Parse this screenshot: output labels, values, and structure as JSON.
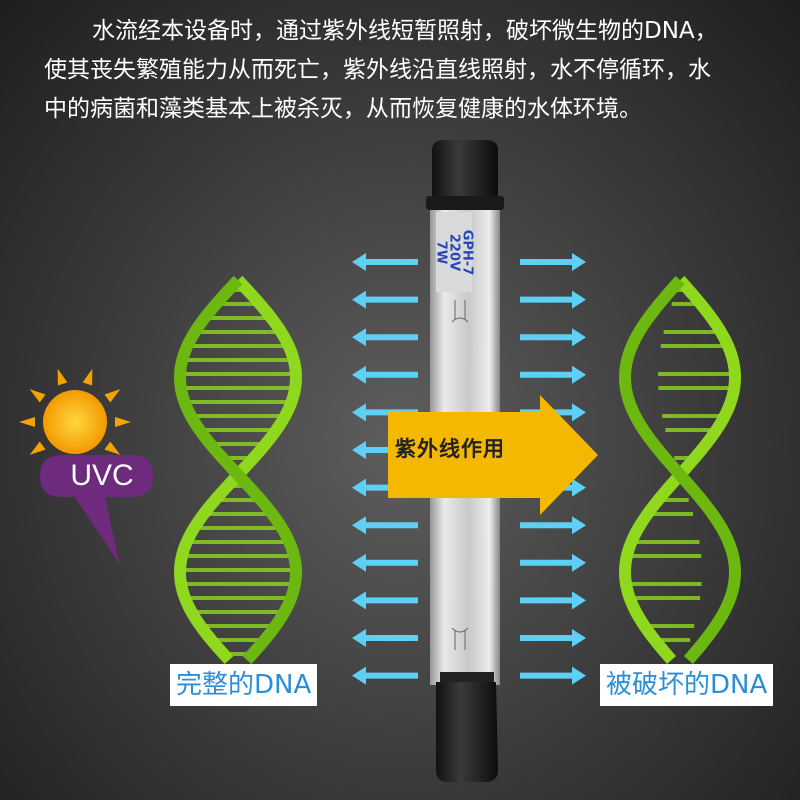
{
  "description": [
    "水流经本设备时，通过紫外线短暂照射，破坏微生物的DNA，",
    "使其丧失繁殖能力从而死亡，紫外线沿直线照射，水不停循环，水",
    "中的病菌和藻类基本上被杀灭，从而恢复健康的水体环境。"
  ],
  "lamp": {
    "label": [
      "GPH-7",
      "220V",
      "7W"
    ]
  },
  "action_label": "紫外线作用",
  "uv_badge": "UVC",
  "labels": {
    "intact": "完整的DNA",
    "damaged": "被破坏的DNA"
  },
  "colors": {
    "dna_green": "#8fd81e",
    "arrow_blue": "#5fd0f5",
    "action_yellow": "#f5b800",
    "uvc_purple": "#6e2a7c",
    "label_blue": "#2a8ed8"
  }
}
